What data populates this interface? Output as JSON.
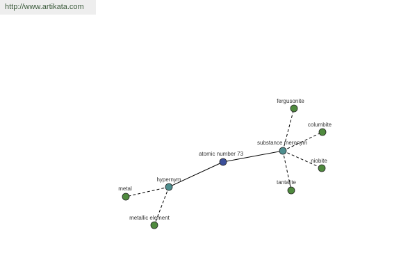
{
  "site_link": "http://www.artikata.com",
  "graph": {
    "colors": {
      "root": "#3b4f9a",
      "relation": "#4e8e8e",
      "leaf": "#4f8a3e",
      "edge": "#000000"
    },
    "root": {
      "label": "atomic number 73"
    },
    "relations": [
      {
        "label": "hypernym",
        "targets": [
          "metal",
          "metallic element"
        ]
      },
      {
        "label": "substance meronym",
        "targets": [
          "fergusonite",
          "columbite",
          "niobite",
          "tantalite"
        ]
      }
    ]
  }
}
